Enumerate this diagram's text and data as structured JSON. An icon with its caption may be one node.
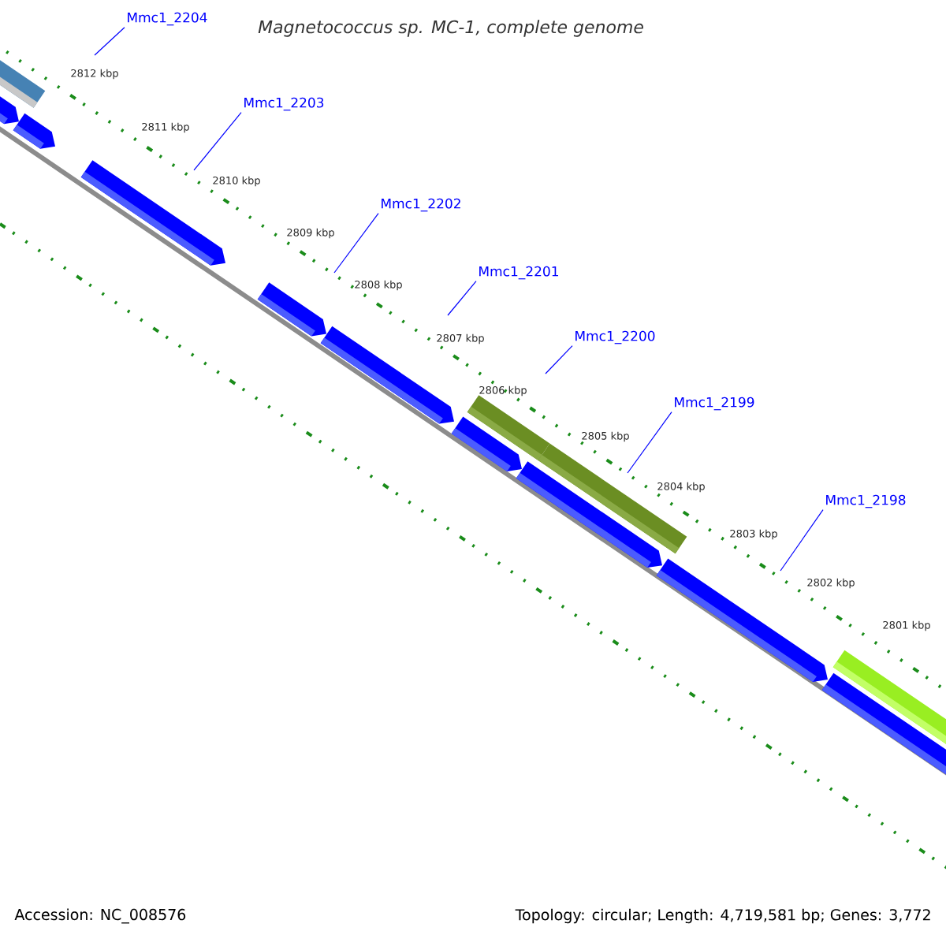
{
  "diagram": {
    "title": "Magnetococcus sp. MC-1, complete genome",
    "nodes": [
      {
        "text": [
          "Mmc1_2204"
        ]
      },
      {
        "text": [
          "Mmc1_2203"
        ]
      },
      {
        "text": [
          "Mmc1_2202"
        ]
      },
      {
        "text": [
          "Mmc1_2201"
        ]
      },
      {
        "text": [
          "Mmc1_2200"
        ]
      },
      {
        "text": [
          "Mmc1_2199"
        ]
      },
      {
        "text": [
          "Mmc1_2198"
        ]
      }
    ],
    "edges": [
      {
        "from": 0,
        "to": null,
        "arrow": "none"
      },
      {
        "from": 1,
        "to": null,
        "arrow": "none"
      },
      {
        "from": 2,
        "to": null,
        "arrow": "none"
      },
      {
        "from": 3,
        "to": null,
        "arrow": "none"
      },
      {
        "from": 4,
        "to": null,
        "arrow": "none"
      },
      {
        "from": 5,
        "to": null,
        "arrow": "none"
      },
      {
        "from": 6,
        "to": null,
        "arrow": "none"
      }
    ],
    "labels": [
      "2812 kbp",
      "2811 kbp",
      "2810 kbp",
      "2809 kbp",
      "2808 kbp",
      "2807 kbp",
      "2806 kbp",
      "2805 kbp",
      "2804 kbp",
      "2803 kbp",
      "2802 kbp",
      "2801 kbp",
      "Accession: NC_008576",
      "Topology: circular; Length: 4,719,581 bp; Genes: 3,772"
    ]
  }
}
